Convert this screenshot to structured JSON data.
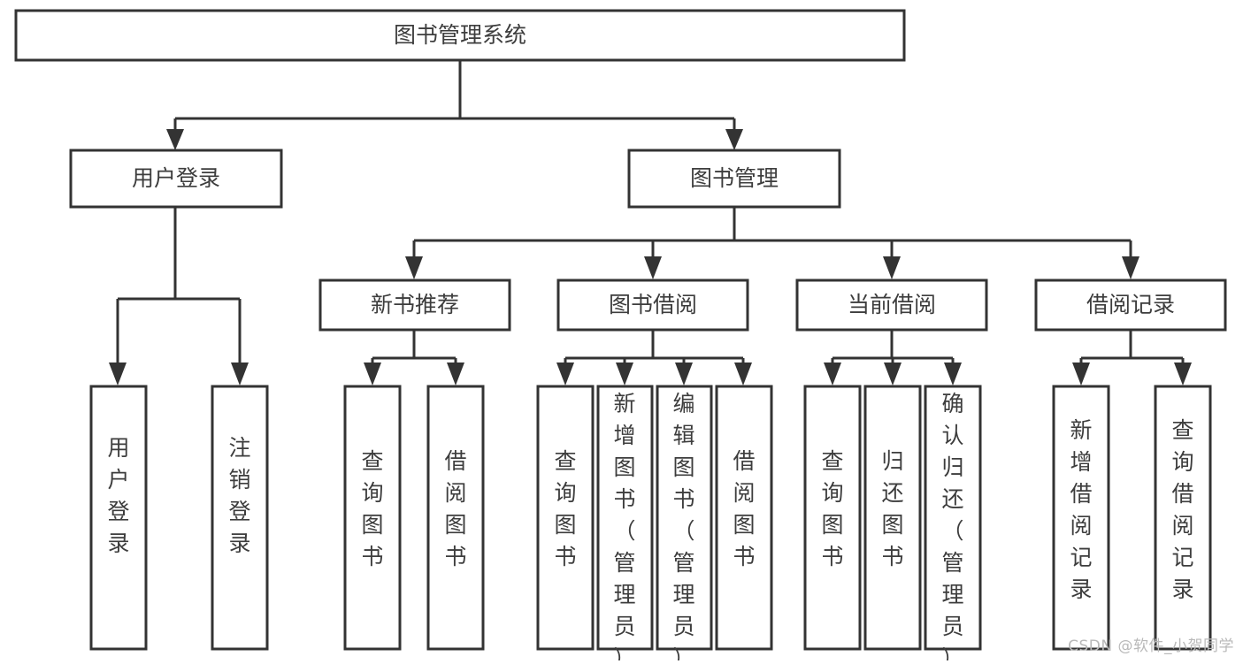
{
  "diagram": {
    "title": "图书管理系统",
    "type": "hierarchy-tree",
    "orientation": "top-down",
    "colors": {
      "box_fill": "#ffffff",
      "box_stroke": "#333333",
      "text": "#3d3d3d",
      "background": "#ffffff",
      "watermark": "#b9b9b9"
    }
  },
  "nodes": {
    "root": {
      "label": "图书管理系统",
      "level": 0
    },
    "level1": [
      {
        "id": "user-login",
        "label": "用户登录"
      },
      {
        "id": "book-manage",
        "label": "图书管理"
      }
    ],
    "level2": [
      {
        "id": "new-book-recommend",
        "label": "新书推荐",
        "parent": "book-manage"
      },
      {
        "id": "book-borrow",
        "label": "图书借阅",
        "parent": "book-manage"
      },
      {
        "id": "current-borrow",
        "label": "当前借阅",
        "parent": "book-manage"
      },
      {
        "id": "borrow-record",
        "label": "借阅记录",
        "parent": "book-manage"
      }
    ],
    "leaves": [
      {
        "id": "leaf-user-login",
        "label": "用户登录",
        "parent": "user-login"
      },
      {
        "id": "leaf-logout",
        "label": "注销登录",
        "parent": "user-login"
      },
      {
        "id": "leaf-query-book-1",
        "label": "查询图书",
        "parent": "new-book-recommend"
      },
      {
        "id": "leaf-borrow-book-1",
        "label": "借阅图书",
        "parent": "new-book-recommend"
      },
      {
        "id": "leaf-query-book-2",
        "label": "查询图书",
        "parent": "book-borrow"
      },
      {
        "id": "leaf-add-book",
        "label": "新增图书（管理员）",
        "parent": "book-borrow"
      },
      {
        "id": "leaf-edit-book",
        "label": "编辑图书（管理员）",
        "parent": "book-borrow"
      },
      {
        "id": "leaf-borrow-book-2",
        "label": "借阅图书",
        "parent": "book-borrow"
      },
      {
        "id": "leaf-query-book-3",
        "label": "查询图书",
        "parent": "current-borrow"
      },
      {
        "id": "leaf-return-book",
        "label": "归还图书",
        "parent": "current-borrow"
      },
      {
        "id": "leaf-confirm-return",
        "label": "确认归还（管理员）",
        "parent": "current-borrow"
      },
      {
        "id": "leaf-add-record",
        "label": "新增借阅记录",
        "parent": "borrow-record"
      },
      {
        "id": "leaf-query-record",
        "label": "查询借阅记录",
        "parent": "borrow-record"
      }
    ]
  },
  "watermark": {
    "text": "CSDN @软件_小贺同学"
  }
}
